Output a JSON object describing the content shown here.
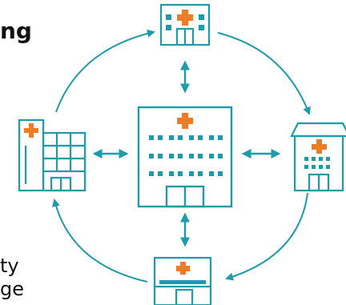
{
  "colors": {
    "teal": "#1E9BAA",
    "orange": "#EE7C24",
    "ink": "#111111",
    "background": "#ffffff"
  },
  "icons": {
    "center": "main-hospital-icon",
    "top": "clinic-icon",
    "left": "hospital-wing-icon",
    "right": "pharmacy-icon",
    "bottom": "store-clinic-icon"
  },
  "text": {
    "heading_fragment": "ng",
    "body_line_1": "ty",
    "body_line_2": "ge"
  }
}
